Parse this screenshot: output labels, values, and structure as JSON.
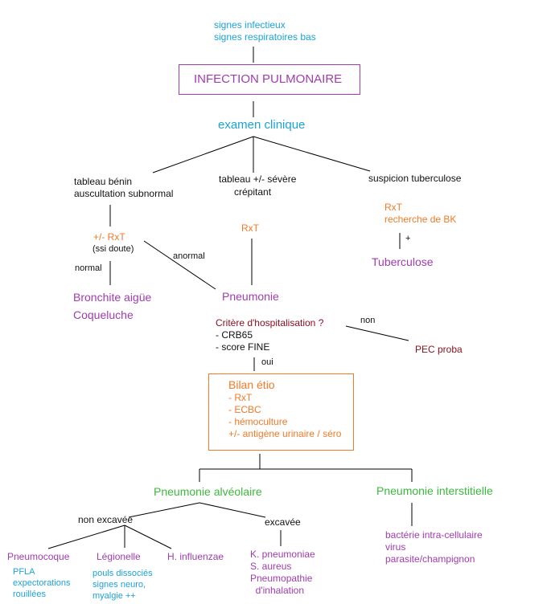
{
  "diagram": {
    "intro": [
      "signes infectieux",
      "signes respiratoires bas"
    ],
    "main_title": "INFECTION PULMONAIRE",
    "exam": "examen clinique",
    "branch_benin": [
      "tableau bénin",
      "auscultation subnormal"
    ],
    "branch_severe": [
      "tableau +/- sévère",
      "crépitant"
    ],
    "branch_tb": "suspicion tuberculose",
    "rxt_optional": "+/- RxT",
    "ssi_doute": "(ssi doute)",
    "label_normal": "normal",
    "label_anormal": "anormal",
    "rxt": "RxT",
    "tb_exams": [
      "RxT",
      "recherche de BK"
    ],
    "tb_plus": "+",
    "tuberculose": "Tuberculose",
    "bronchite": [
      "Bronchite aigüe",
      "Coqueluche"
    ],
    "pneumonie": "Pneumonie",
    "critere_title": "Critère d'hospitalisation ?",
    "critere_items": [
      "- CRB65",
      "- score FINE"
    ],
    "label_non": "non",
    "pec_proba": "PEC proba",
    "label_oui": "oui",
    "bilan_title": "Bilan étio",
    "bilan_items": [
      "- RxT",
      "- ECBC",
      "- hémoculture",
      "+/- antigène urinaire / séro"
    ],
    "pneumonie_alveolaire": "Pneumonie alvéolaire",
    "pneumonie_interstitielle": "Pneumonie interstitielle",
    "non_excavee": "non  excavée",
    "excavee": "excavée",
    "pneumocoque": "Pneumocoque",
    "pneumocoque_signs": [
      "PFLA",
      "expectorations",
      "rouillées"
    ],
    "legionelle": "Légionelle",
    "legionelle_signs": [
      "pouls dissociés",
      "signes neuro,",
      "myalgie ++"
    ],
    "h_influenzae": "H. influenzae",
    "excavee_germs": [
      "K. pneumoniae",
      "S. aureus",
      "Pneumopathie",
      "  d'inhalation"
    ],
    "interstitielle_germs": [
      "bactérie intra-cellulaire",
      "virus",
      "parasite/champignon"
    ],
    "colors": {
      "cyan": "#1aa3d9",
      "purple": "#a03cae",
      "orange": "#f07a28",
      "green": "#3db83d",
      "dark_red": "#8a1020",
      "line": "#000000"
    }
  }
}
